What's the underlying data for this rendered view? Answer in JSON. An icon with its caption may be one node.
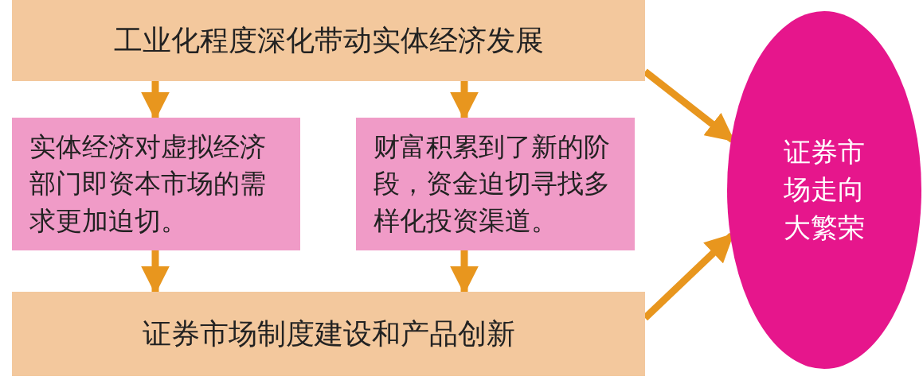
{
  "diagram": {
    "nodes": [
      {
        "text": [
          "工业化程度深化带动实体经济发展"
        ]
      },
      {
        "text": [
          "实体经济对虚拟经济部门即资本市场的需求更加迫切。"
        ]
      },
      {
        "text": [
          "财富积累到了新的阶段，资金迫切寻找多样化投资渠道。"
        ]
      },
      {
        "text": [
          "证券市场制度建设和产品创新"
        ]
      },
      {
        "text": [
          "证券市场走向大繁荣"
        ]
      }
    ],
    "edges": [
      {
        "from": 0,
        "to": 1,
        "arrow": "to"
      },
      {
        "from": 0,
        "to": 2,
        "arrow": "to"
      },
      {
        "from": 1,
        "to": 3,
        "arrow": "to"
      },
      {
        "from": 2,
        "to": 3,
        "arrow": "to"
      },
      {
        "from": 0,
        "to": 4,
        "arrow": "to"
      },
      {
        "from": 3,
        "to": 4,
        "arrow": "to"
      }
    ]
  }
}
